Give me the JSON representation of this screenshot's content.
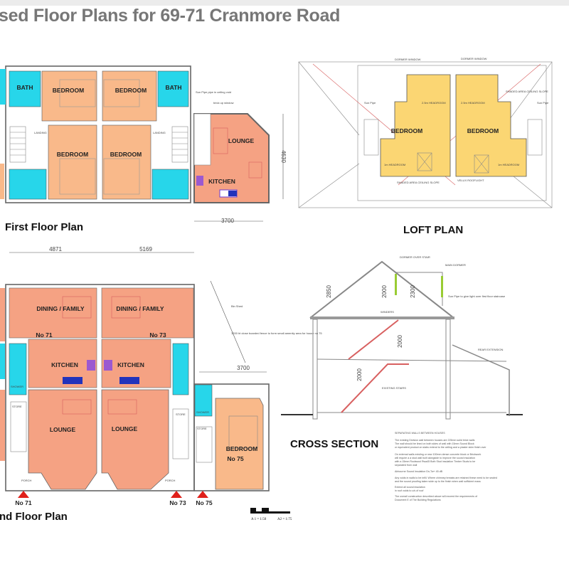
{
  "page": {
    "title": "sed Floor Plans for 69-71 Cranmore Road"
  },
  "colors": {
    "bedroom": "#f9b98a",
    "living": "#f5a283",
    "wet_room": "#27d6ea",
    "loft": "#fbd673",
    "marker": "#e0201a",
    "title": "#777777"
  },
  "first_floor": {
    "title": "First Floor Plan",
    "bath": "BATH",
    "bedroom": "BEDROOM",
    "landing": "LANDING",
    "lounge": "LOUNGE",
    "kitchen": "KITCHEN",
    "dim_width": "3700",
    "dim_depth": "4630",
    "note_sun_pipe": "Sun Pipe pipe in ceiling void",
    "note_brick": "brick up window"
  },
  "loft": {
    "title": "LOFT PLAN",
    "bedroom": "BEDROOM",
    "dormer": "DORMER WINDOW",
    "headroom_high": "2.5m HEADROOM",
    "headroom_low": "1m HEADROOM",
    "velux": "VELUX ROOFLIGHT",
    "shaded": "SHADED AREA CEILING SLOPE",
    "sun_pipe": "Sun Pipe"
  },
  "ground_floor": {
    "title": "nd Floor Plan",
    "dim_a": "4871",
    "dim_b": "5169",
    "dim_c": "3700",
    "dining": "DINING / FAMILY",
    "kitchen": "KITCHEN",
    "lounge": "LOUNGE",
    "bedroom": "BEDROOM",
    "porch": "PORCH",
    "store": "STORE",
    "shower": "SHOWER",
    "no71": "No 71",
    "no73": "No 73",
    "no75": "No 75",
    "note_bin": "Bin Shed",
    "note_fence": "1200 ht close boarded fence to form small amenity area for house no 75"
  },
  "cross_section": {
    "title": "CROSS SECTION",
    "dim_ridge": "2850",
    "dim_loft1": "2000",
    "dim_loft2": "2300",
    "dim_first": "2000",
    "dim_ground": "2000",
    "dormer_stair": "DORMER OVER STAIR",
    "main_dormer": "MAIN DORMER",
    "existing_stairs": "EXISTING STAIRS",
    "rear_extension": "REAR EXTENSION",
    "winders": "WINDERS",
    "sun_pipe": "Sun Pipe to give light over first floor staircase"
  },
  "notes": {
    "heading": "SEPARATING WALLS BETWEEN HOUSES",
    "lines": [
      "The existing Division wall between houses are 225mm solid brick walls",
      "The wall should be lined on both sides of wall with 15mm Sound Block",
      "or equivalent product on slabs extend to the ceiling and a plaster skim finish over",
      "On external walls existing or new 100mm dense concrete block or Brickwork",
      "will require a a stud wall built alongside to improve the sound insulation",
      "with a 15mm Rockwool Rwa45 Both Stud insulation Timber Studs to be",
      "separated from wall",
      "Airbourne Sound Insulation        Dn,Tw+        45 dB",
      "Any voids in walls to be infill. Where chimney breasts are retained these need to be sealed",
      "and the sound proofing taken wide up to the finish when wall sufficient mass",
      "Extend all sound insulation",
      "in roof voids to u/s of roof",
      "The overall construction described above will exceed the requirements of",
      "Document E of The Building Regulations"
    ]
  },
  "scale": {
    "a1": "A 1 = 1:50",
    "a2": "A2 = 1:75"
  }
}
